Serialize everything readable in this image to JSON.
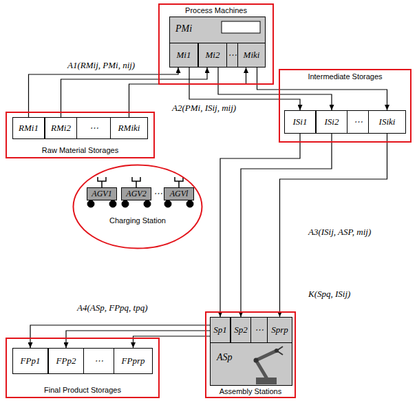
{
  "diagram": {
    "nodes": [
      {
        "text": [
          "Process Machines"
        ]
      },
      {
        "text": [
          "PMi"
        ],
        "in": 0
      },
      {
        "text": [
          "Mi1"
        ],
        "in": 1
      },
      {
        "text": [
          "Mi2"
        ],
        "in": 1
      },
      {
        "text": [
          "Miki"
        ],
        "in": 1
      },
      {
        "text": [
          "Raw Material Storages"
        ]
      },
      {
        "text": [
          "RMi1"
        ],
        "in": 5
      },
      {
        "text": [
          "RMi2"
        ],
        "in": 5
      },
      {
        "text": [
          "RMiki"
        ],
        "in": 5
      },
      {
        "text": [
          "Intermediate Storages"
        ]
      },
      {
        "text": [
          "ISi1"
        ],
        "in": 9
      },
      {
        "text": [
          "ISi2"
        ],
        "in": 9
      },
      {
        "text": [
          "ISiki"
        ],
        "in": 9
      },
      {
        "text": [
          "Charging Station"
        ]
      },
      {
        "text": [
          "AGV1"
        ],
        "in": 13
      },
      {
        "text": [
          "AGV2"
        ],
        "in": 13
      },
      {
        "text": [
          "AGVl"
        ],
        "in": 13
      },
      {
        "text": [
          "Final Product Storages"
        ]
      },
      {
        "text": [
          "FPp1"
        ],
        "in": 17
      },
      {
        "text": [
          "FPp2"
        ],
        "in": 17
      },
      {
        "text": [
          "FPprp"
        ],
        "in": 17
      },
      {
        "text": [
          "Assembly Stations"
        ]
      },
      {
        "text": [
          "ASp"
        ],
        "in": 21
      },
      {
        "text": [
          "Sp1"
        ],
        "in": 22
      },
      {
        "text": [
          "Sp2"
        ],
        "in": 22
      },
      {
        "text": [
          "Sprp"
        ],
        "in": 22
      }
    ],
    "edges": [
      {
        "from": 6,
        "to": 2,
        "arrow": "to"
      },
      {
        "from": 7,
        "to": 3,
        "arrow": "to"
      },
      {
        "from": 8,
        "to": 4,
        "arrow": "to"
      },
      {
        "from": 2,
        "to": 10,
        "arrow": "to"
      },
      {
        "from": 3,
        "to": 11,
        "arrow": "to"
      },
      {
        "from": 4,
        "to": 12,
        "arrow": "to"
      },
      {
        "from": 10,
        "to": 23,
        "arrow": "to"
      },
      {
        "from": 11,
        "to": 24,
        "arrow": "to"
      },
      {
        "from": 12,
        "to": 25,
        "arrow": "to"
      },
      {
        "from": 22,
        "to": 18,
        "arrow": "to"
      },
      {
        "from": 22,
        "to": 19,
        "arrow": "to"
      },
      {
        "from": 22,
        "to": 20,
        "arrow": "to"
      }
    ],
    "labels": [
      "⋯",
      "A1(RMij, PMi, nij)",
      "A2(PMi, ISij, mij)",
      "⋯",
      "⋯",
      "⋯",
      "A3(ISij, ASP, mij)",
      "K(Spq, ISij)",
      "A4(ASp, FPpq, tpq)",
      "⋯",
      "⋯"
    ]
  }
}
